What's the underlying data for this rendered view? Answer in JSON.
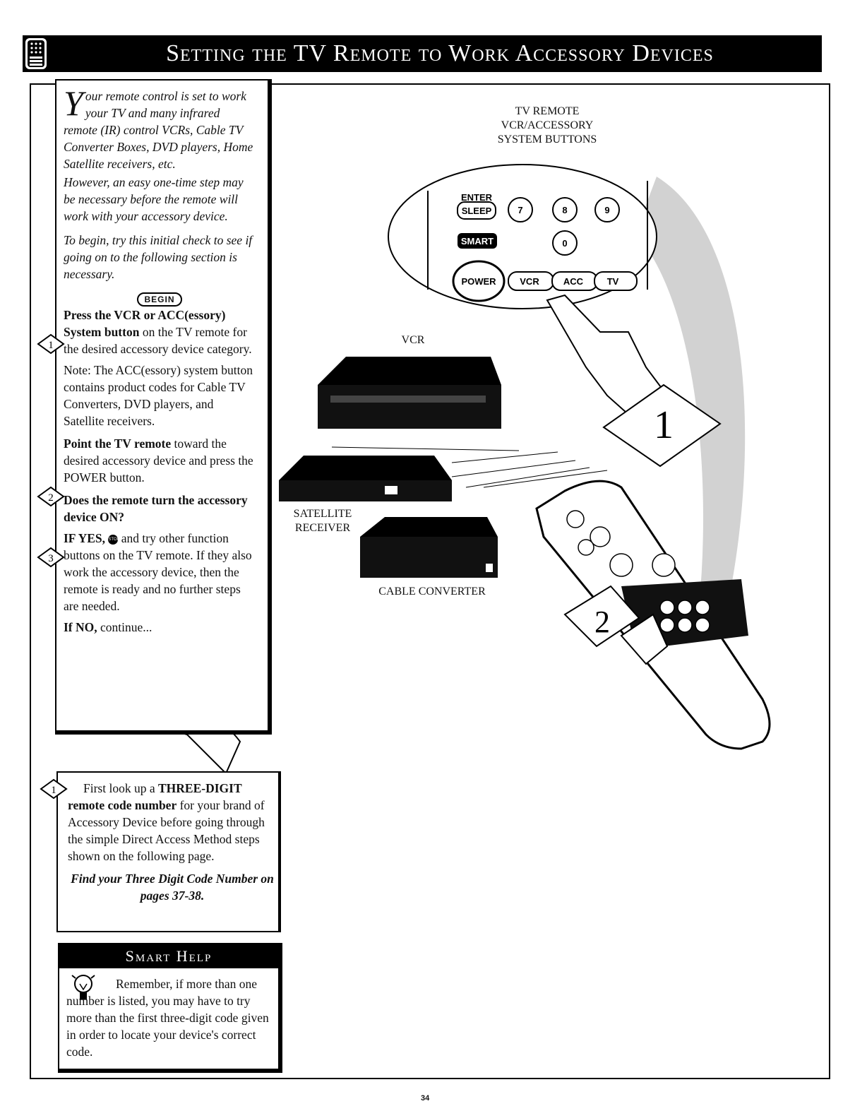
{
  "header": {
    "title": "Setting the TV Remote to Work Accessory Devices"
  },
  "intro": {
    "dropcap": "Y",
    "p1": "our remote control is set to work your TV and many infrared remote (IR) control VCRs, Cable TV Converter Boxes, DVD players, Home Satellite receivers, etc.",
    "p2": "However, an easy one-time step may be necessary before the remote will work with your accessory device.",
    "p3": "To begin, try this initial check to see if going on to the following section is necessary."
  },
  "begin_label": "BEGIN",
  "steps": [
    {
      "num": "1",
      "bold": "Press the VCR or ACC(essory) System button",
      "text": " on the TV remote for the desired accessory device category.",
      "note": "Note: The ACC(essory) system button contains product codes for Cable TV Converters, DVD players, and Satellite receivers."
    },
    {
      "num": "2",
      "bold": "Point the TV remote",
      "text": " toward the desired accessory device and press the POWER button."
    },
    {
      "num": "3",
      "bold": "Does the remote turn the accessory device ON?",
      "yes_label": "IF YES,",
      "stop_icon": "STOP",
      "yes_text": " and try other function buttons on the TV remote. If they also work the accessory device, then the remote is ready and no further steps are needed.",
      "no_label": "If NO,",
      "no_text": " continue..."
    }
  ],
  "box2": {
    "num": "1",
    "t1": "First look up a ",
    "b1": "THREE-DIGIT remote code number",
    "t2": " for your brand of Accessory Device before going through the simple Direct Access Method steps shown on the following page.",
    "find": "Find your Three Digit Code Number on pages 37-38."
  },
  "smart_help": {
    "title": "Smart Help",
    "text": "Remember, if more than one number is listed, you may have to try more than the first three-digit code given in order to locate your device's correct code."
  },
  "illustration": {
    "callout": [
      "TV REMOTE",
      "VCR/ACCESSORY",
      "SYSTEM BUTTONS"
    ],
    "buttons": {
      "enter": "ENTER",
      "sleep": "SLEEP",
      "smart": "SMART",
      "power": "POWER",
      "vcr": "VCR",
      "acc": "ACC",
      "tv": "TV",
      "d7": "7",
      "d8": "8",
      "d9": "9",
      "d0": "0"
    },
    "device_vcr": "VCR",
    "device_satellite": [
      "SATELLITE",
      "RECEIVER"
    ],
    "device_cable": "CABLE CONVERTER",
    "step_marker_1": "1",
    "step_marker_2": "2"
  },
  "page_number": "34"
}
